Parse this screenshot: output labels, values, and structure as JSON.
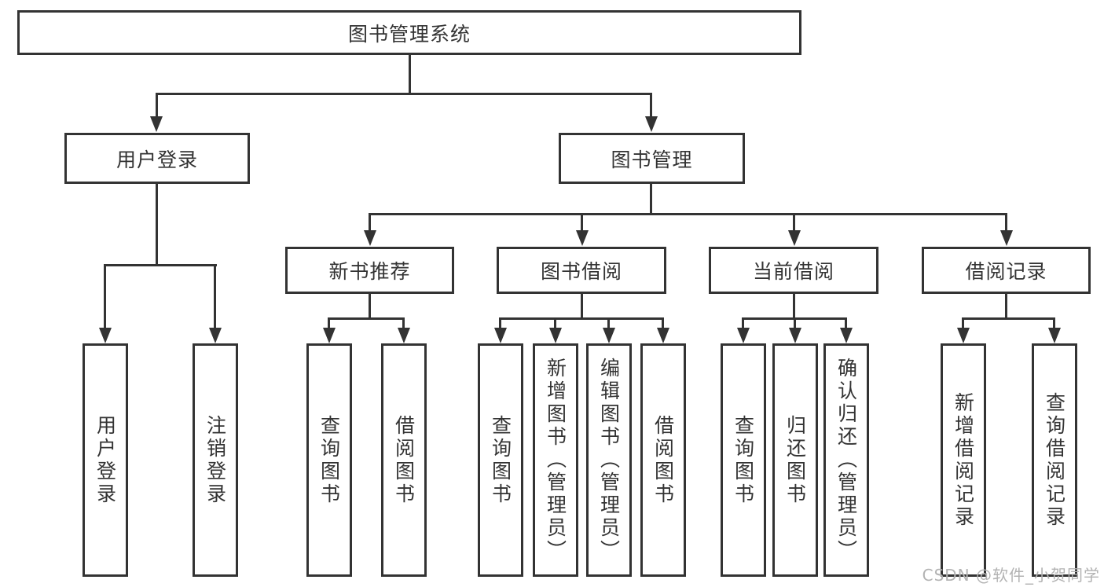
{
  "diagram_title": "图书管理系统",
  "nodes": {
    "root": {
      "label": "图书管理系统"
    },
    "l1": [
      {
        "label": "用户登录"
      },
      {
        "label": "图书管理"
      }
    ],
    "l2": [
      {
        "label": "新书推荐"
      },
      {
        "label": "图书借阅"
      },
      {
        "label": "当前借阅"
      },
      {
        "label": "借阅记录"
      }
    ],
    "leaves_user": [
      {
        "label": "用户登录"
      },
      {
        "label": "注销登录"
      }
    ],
    "leaves_newbook": [
      {
        "label": "查询图书"
      },
      {
        "label": "借阅图书"
      }
    ],
    "leaves_borrow": [
      {
        "label": "查询图书"
      },
      {
        "label": "新增图书（管理员）"
      },
      {
        "label": "编辑图书（管理员）"
      },
      {
        "label": "借阅图书"
      }
    ],
    "leaves_current": [
      {
        "label": "查询图书"
      },
      {
        "label": "归还图书"
      },
      {
        "label": "确认归还（管理员）"
      }
    ],
    "leaves_records": [
      {
        "label": "新增借阅记录"
      },
      {
        "label": "查询借阅记录"
      }
    ]
  },
  "watermark": {
    "text": "CSDN @软件_小贺同学"
  },
  "colors": {
    "line": "#333333",
    "text": "#333333",
    "box_background": "#ffffff",
    "page_background": "#ffffff",
    "watermark": "#b3b3b3"
  }
}
